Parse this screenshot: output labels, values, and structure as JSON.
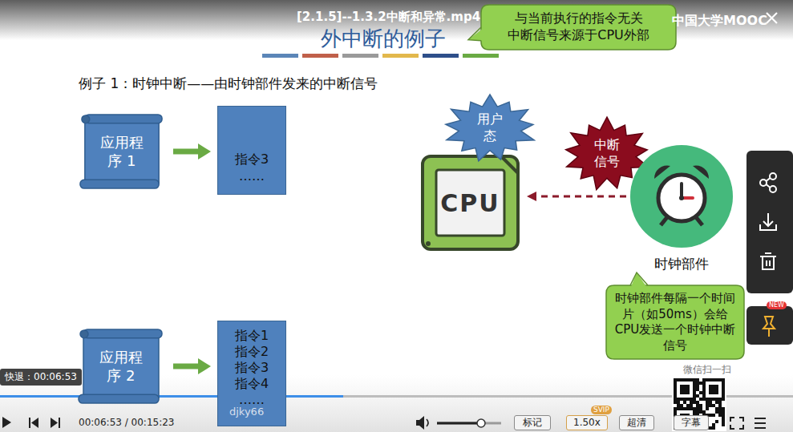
{
  "diagram": {
    "title": "外中断的例子",
    "nodes": [
      {
        "text": [
          "与当前执行的指令无关 中断信号来源于CPU外部"
        ]
      },
      {
        "text": [
          "应用程序 1"
        ]
      },
      {
        "text": [
          "指令3 ……"
        ]
      },
      {
        "text": [
          "用户态"
        ]
      },
      {
        "text": [
          "CPU"
        ]
      },
      {
        "text": [
          "中断信号"
        ]
      },
      {
        "text": [
          "时钟部件"
        ]
      },
      {
        "text": [
          "时钟部件每隔一个时间片（如50ms）会给CPU发送一个时钟中断信号"
        ]
      },
      {
        "text": [
          "应用程序 2"
        ]
      },
      {
        "text": [
          "指令1 指令2 指令3 指令4 ……"
        ]
      }
    ],
    "edges": [
      {
        "from": 1,
        "to": 2,
        "arrow": "to"
      },
      {
        "from": 6,
        "to": 4,
        "arrow": "to"
      },
      {
        "from": 8,
        "to": 9,
        "arrow": "to"
      }
    ],
    "labels": [
      "[2.1.5]--1.3.2中断和异常.mp4",
      "中国大学MOOC",
      "例子 1：时钟中断——由时钟部件发来的中断信号",
      "微信扫一扫",
      "djky66",
      "快退：00:06:53",
      "00:06:53 / 00:15:23",
      "标记",
      "1.50x",
      "SVIP",
      "超清",
      "字幕",
      "NEW"
    ]
  }
}
